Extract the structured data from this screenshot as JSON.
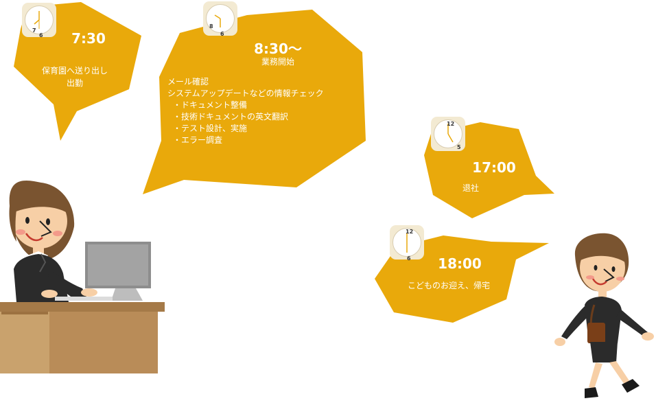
{
  "colors": {
    "bubble": "#e9a90b",
    "text": "#ffffff",
    "desk": "#b98c58",
    "suit": "#2b2b2b"
  },
  "schedule": [
    {
      "time": "7:30",
      "lines": [
        "保育園へ送り出し",
        "出勤"
      ],
      "clock_numbers": [
        "7",
        "6"
      ]
    },
    {
      "time": "8:30〜",
      "subtitle": "業務開始",
      "lines": [
        "メール確認",
        "システムアップデートなどの情報チェック",
        "・ドキュメント整備",
        "・技術ドキュメントの英文翻訳",
        "・テスト設計、実施",
        "・エラー調査"
      ],
      "clock_numbers": [
        "8",
        "6"
      ]
    },
    {
      "time": "17:00",
      "lines": [
        "退社"
      ],
      "clock_numbers": [
        "12",
        "5"
      ]
    },
    {
      "time": "18:00",
      "lines": [
        "こどものお迎え、帰宅"
      ],
      "clock_numbers": [
        "12",
        "6"
      ]
    }
  ]
}
